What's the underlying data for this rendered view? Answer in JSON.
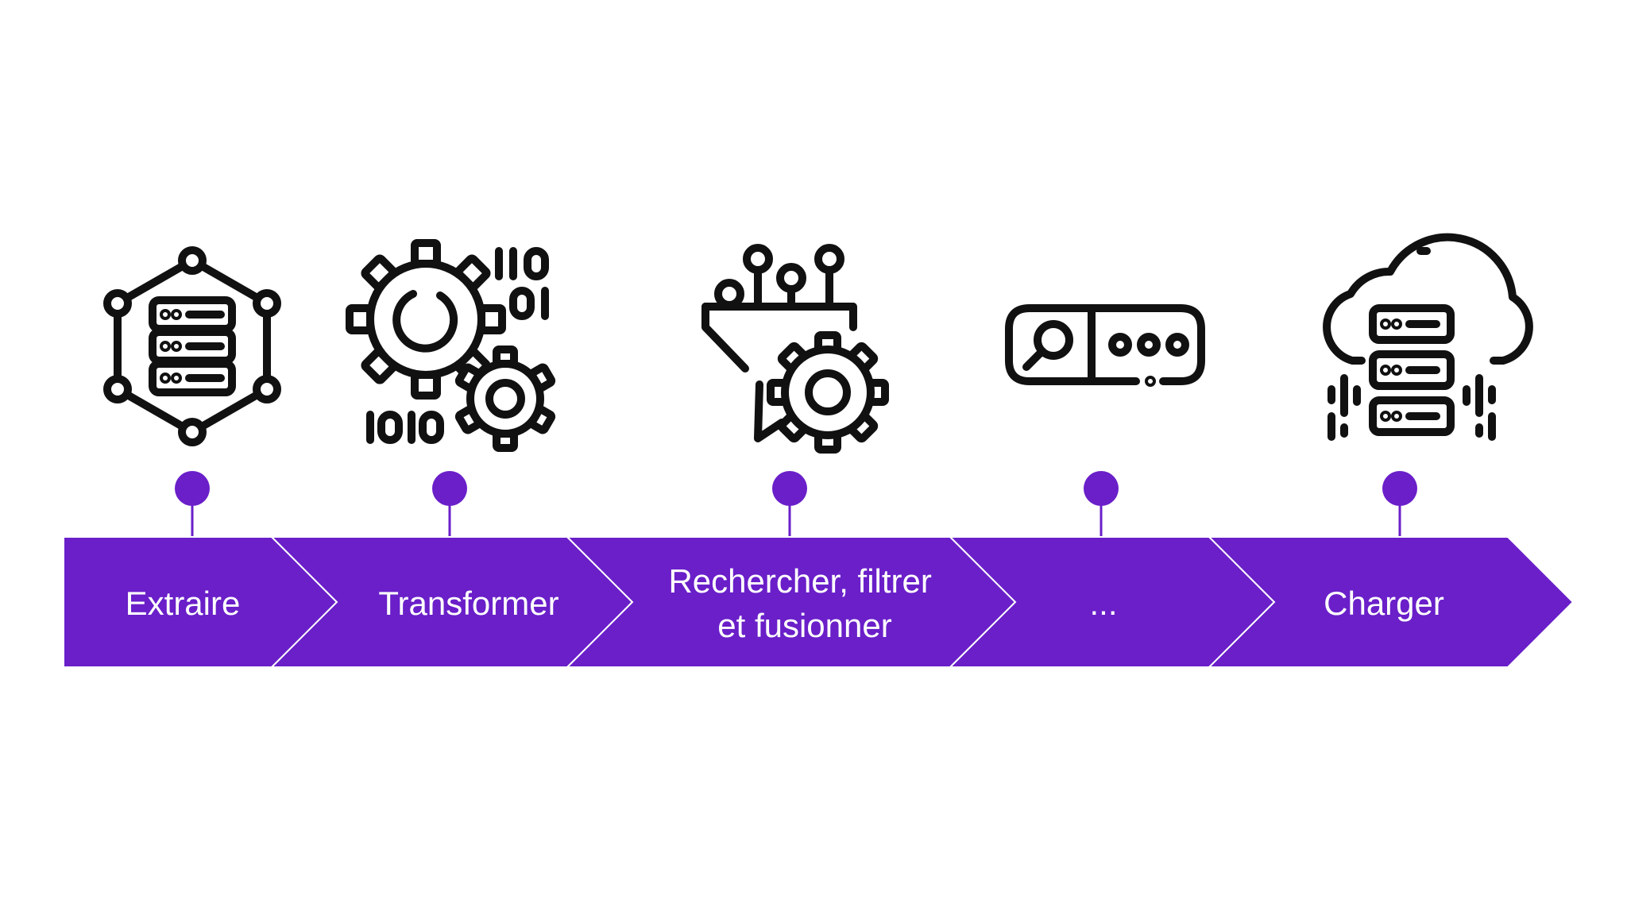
{
  "colors": {
    "accent": "#6a1fc9",
    "ink": "#111111",
    "background": "#ffffff"
  },
  "steps": [
    {
      "id": "extract",
      "label_lines": [
        "Extraire"
      ],
      "icon": "database-network-icon"
    },
    {
      "id": "transform",
      "label_lines": [
        "Transformer"
      ],
      "icon": "gears-binary-icon"
    },
    {
      "id": "filter",
      "label_lines": [
        "Rechercher, filtrer",
        "et fusionner"
      ],
      "icon": "funnel-gear-icon"
    },
    {
      "id": "more",
      "label_lines": [
        "..."
      ],
      "icon": "search-bar-icon"
    },
    {
      "id": "load",
      "label_lines": [
        "Charger"
      ],
      "icon": "cloud-server-icon"
    }
  ]
}
